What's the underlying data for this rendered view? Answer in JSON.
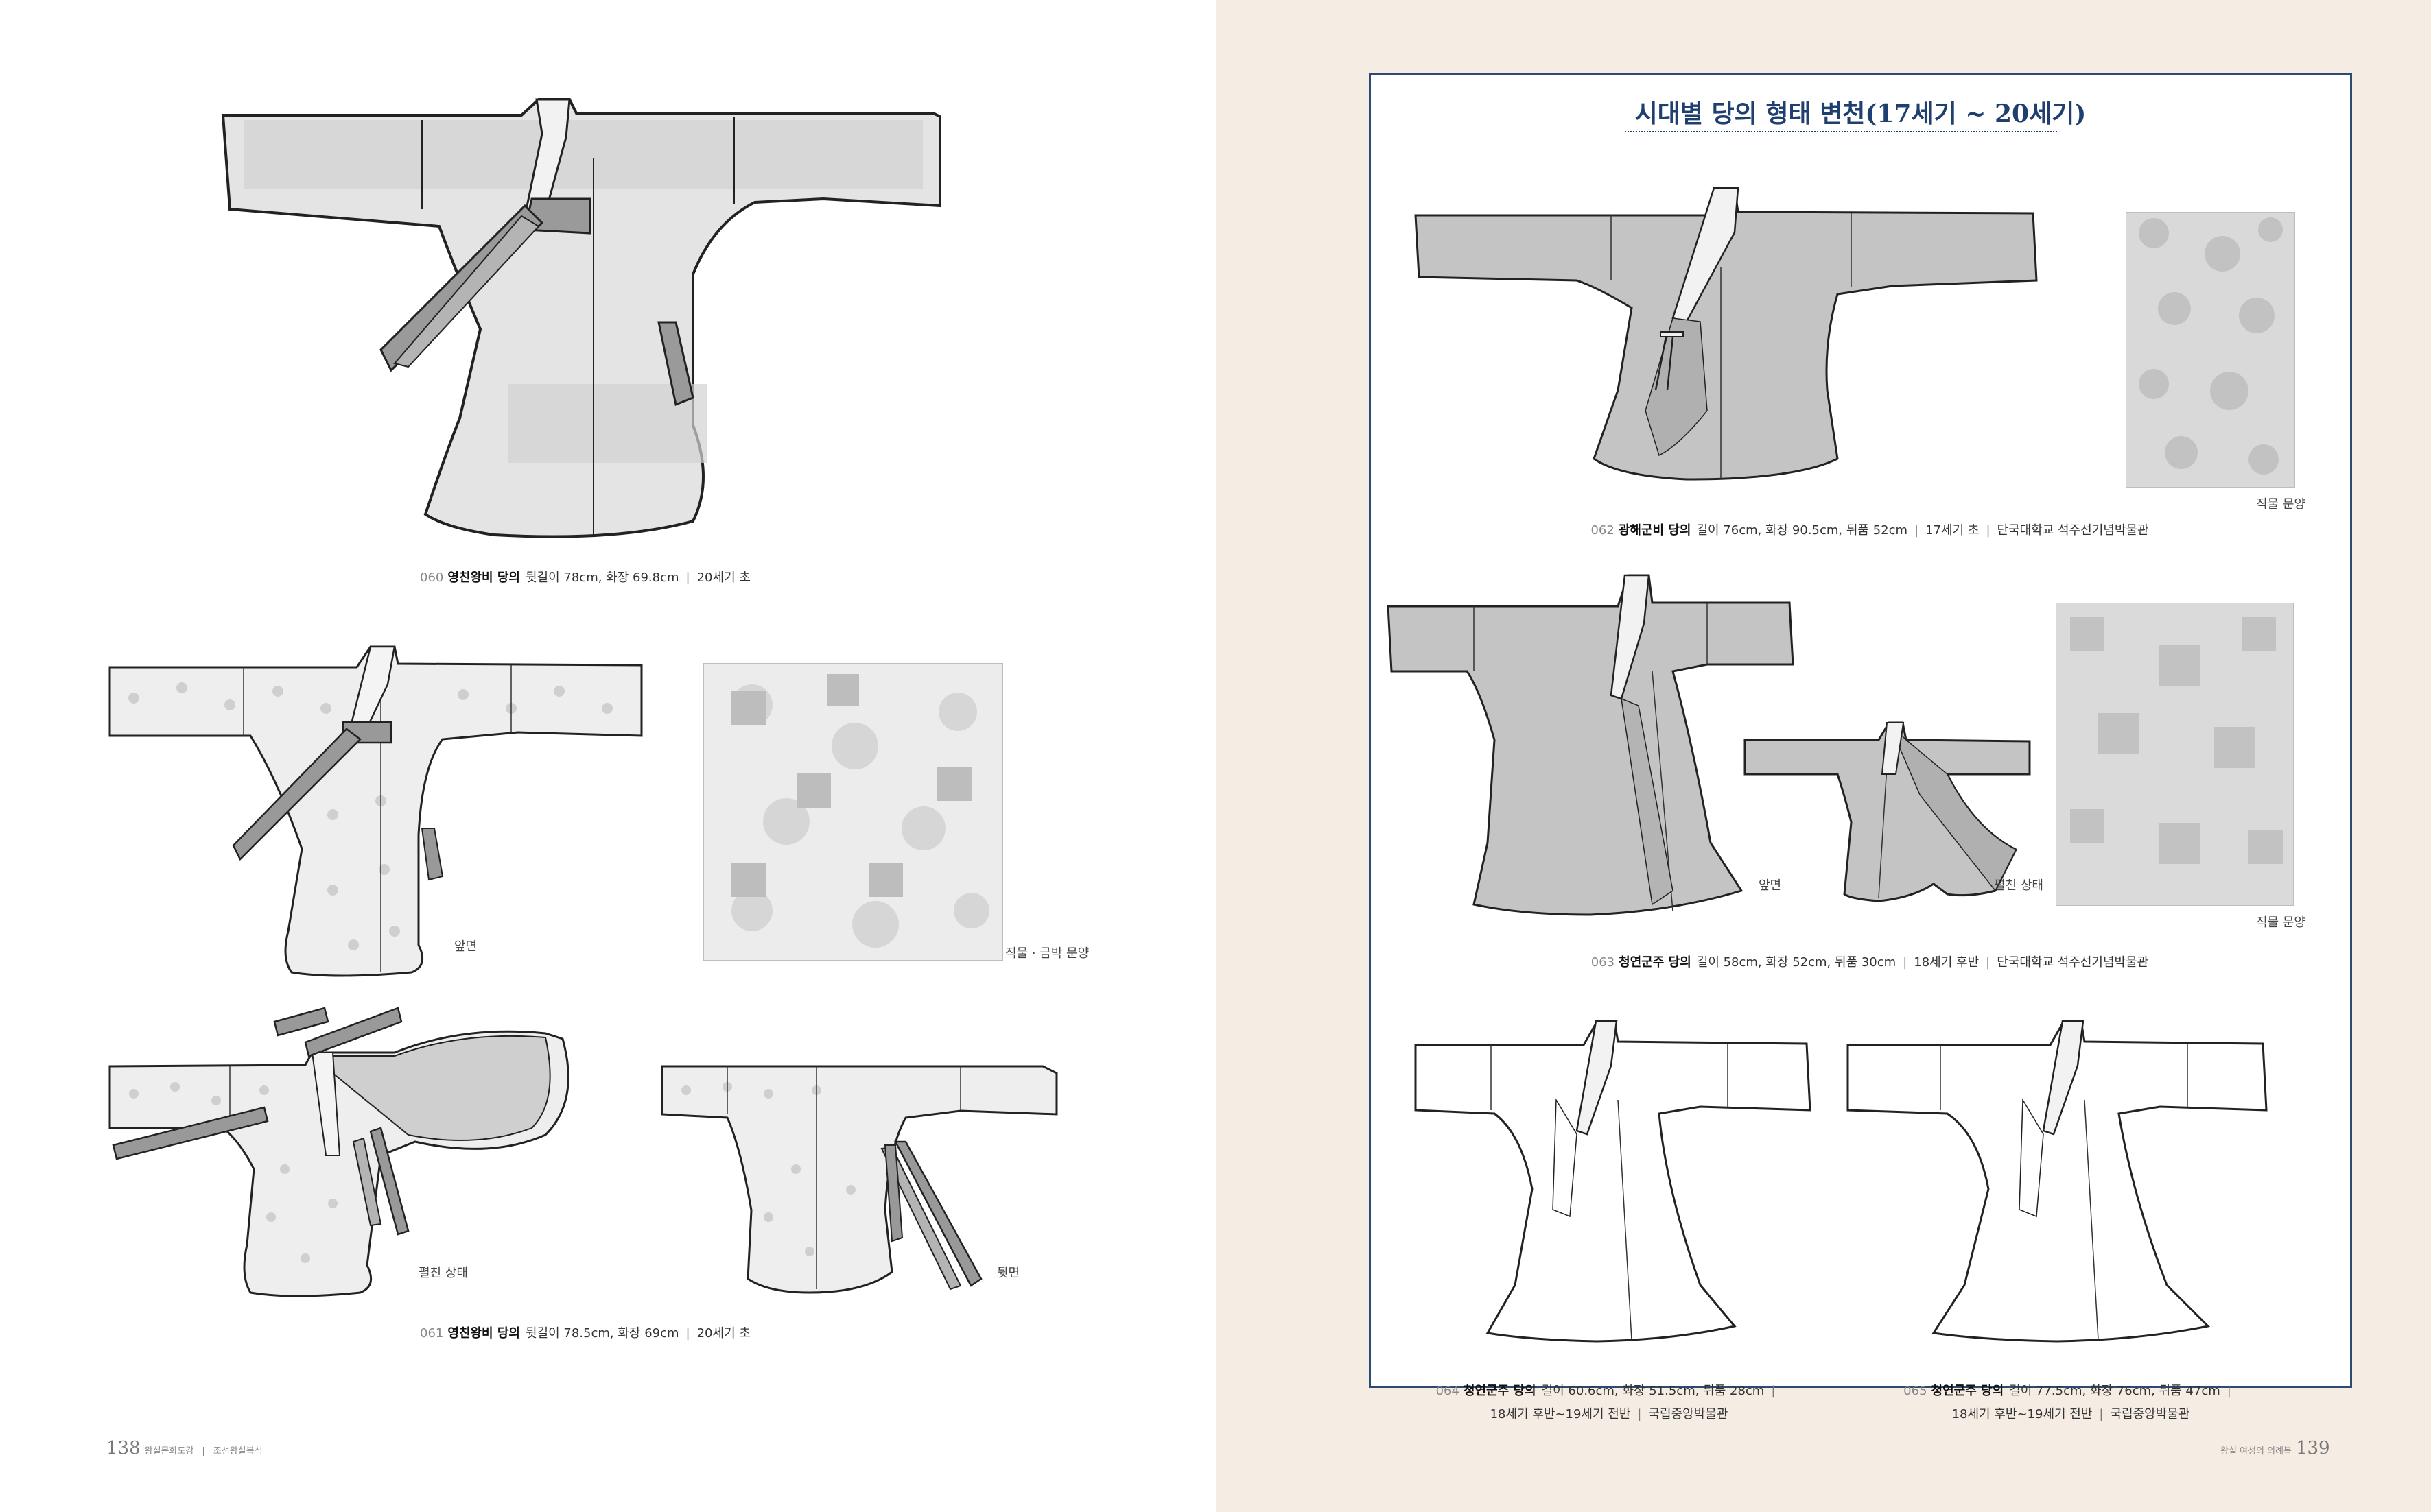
{
  "left_page": {
    "figures": [
      {
        "num": "060",
        "name": "영친왕비 당의",
        "details": [
          "뒷길이 78cm, 화장 69.8cm",
          "20세기 초"
        ]
      },
      {
        "num": "061",
        "name": "영친왕비 당의",
        "details": [
          "뒷길이 78.5cm, 화장 69cm",
          "20세기 초"
        ]
      }
    ],
    "labels": {
      "front": "앞면",
      "swatch": "직물 · 금박 문양",
      "open": "펼친 상태",
      "back": "뒷면"
    },
    "folio": {
      "page": "138",
      "book": "왕실문화도감",
      "section": "조선왕실복식"
    }
  },
  "right_page": {
    "title": "시대별 당의 형태 변천(17세기 ~ 20세기)",
    "figures": [
      {
        "num": "062",
        "name": "광해군비 당의",
        "details": [
          "길이 76cm, 화장 90.5cm, 뒤품 52cm",
          "17세기 초",
          "단국대학교 석주선기념박물관"
        ]
      },
      {
        "num": "063",
        "name": "청연군주 당의",
        "details": [
          "길이 58cm, 화장 52cm, 뒤품 30cm",
          "18세기 후반",
          "단국대학교 석주선기념박물관"
        ]
      },
      {
        "num": "064",
        "name": "청연군주 당의",
        "details": [
          "길이 60.6cm, 화장 51.5cm, 뒤품 28cm"
        ],
        "line2": [
          "18세기 후반~19세기 전반",
          "국립중앙박물관"
        ]
      },
      {
        "num": "065",
        "name": "청연군주 당의",
        "details": [
          "길이 77.5cm, 화장 76cm, 뒤품 47cm"
        ],
        "line2": [
          "18세기 후반~19세기 전반",
          "국립중앙박물관"
        ]
      }
    ],
    "labels": {
      "swatch1": "직물 문양",
      "front": "앞면",
      "open": "펼친 상태",
      "swatch2": "직물 문양"
    },
    "folio": {
      "page": "139",
      "section": "왕실 여성의 의례복"
    }
  },
  "colors": {
    "frame": "#2d4a72",
    "right_bg": "#f5ede4",
    "garment_gray": "#c7c7c7",
    "garment_light": "#e6e6e6",
    "tie_gray": "#9a9a9a"
  }
}
